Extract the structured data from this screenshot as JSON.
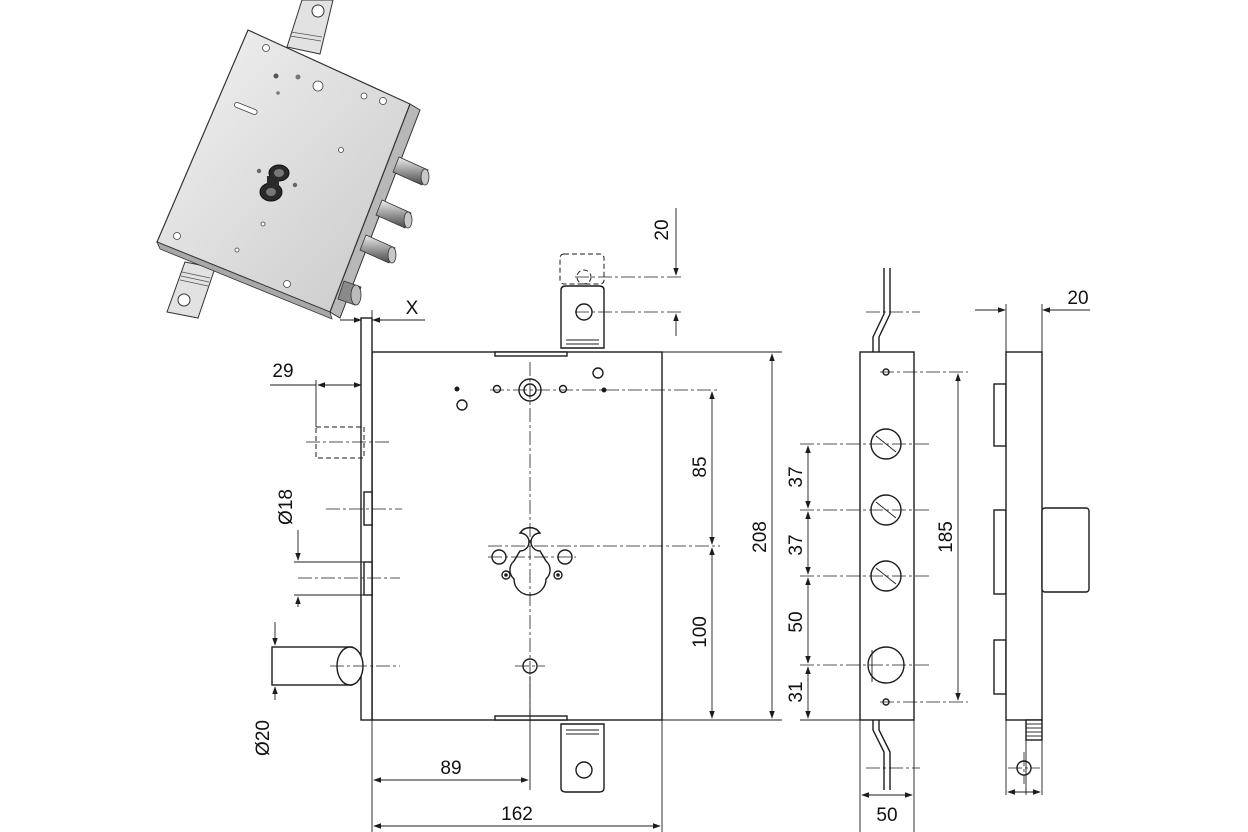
{
  "drawing": {
    "dimensions": {
      "bolt_projection": "29",
      "bolt_diameter": "Ø18",
      "latch_diameter": "Ø20",
      "backset": "89",
      "case_width": "162",
      "top_offset": "20",
      "upper_to_keyhole": "85",
      "keyhole_to_lower": "100",
      "case_height": "208",
      "bolt_spacing_1": "37",
      "bolt_spacing_2": "37",
      "bolt_spacing_3": "50",
      "bolt_spacing_4": "31",
      "faceplate_hole_span": "185",
      "faceplate_width": "50",
      "faceplate_offset": "20",
      "x_variable": "X"
    }
  }
}
